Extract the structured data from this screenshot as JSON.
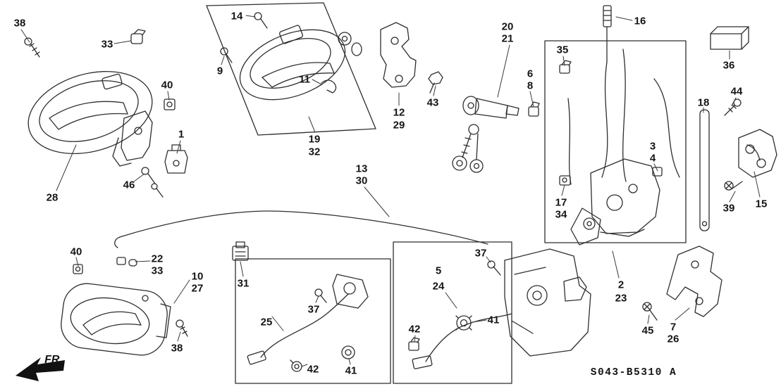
{
  "diagram": {
    "code": "S043-B5310 A",
    "fr_label": "FR.",
    "callouts": [
      {
        "label": "38"
      },
      {
        "label": "33"
      },
      {
        "label": "40"
      },
      {
        "label": "1"
      },
      {
        "label": "46"
      },
      {
        "label": "28"
      },
      {
        "label": "14"
      },
      {
        "label": "9"
      },
      {
        "label": "11"
      },
      {
        "label": "12"
      },
      {
        "label": "29"
      },
      {
        "label": "19"
      },
      {
        "label": "32"
      },
      {
        "label": "43"
      },
      {
        "label": "20"
      },
      {
        "label": "21"
      },
      {
        "label": "6"
      },
      {
        "label": "8"
      },
      {
        "label": "35"
      },
      {
        "label": "16"
      },
      {
        "label": "36"
      },
      {
        "label": "44"
      },
      {
        "label": "18"
      },
      {
        "label": "3"
      },
      {
        "label": "4"
      },
      {
        "label": "17"
      },
      {
        "label": "34"
      },
      {
        "label": "39"
      },
      {
        "label": "15"
      },
      {
        "label": "13"
      },
      {
        "label": "30"
      },
      {
        "label": "40"
      },
      {
        "label": "22"
      },
      {
        "label": "33"
      },
      {
        "label": "10"
      },
      {
        "label": "27"
      },
      {
        "label": "31"
      },
      {
        "label": "38"
      },
      {
        "label": "25"
      },
      {
        "label": "37"
      },
      {
        "label": "42"
      },
      {
        "label": "41"
      },
      {
        "label": "42"
      },
      {
        "label": "41"
      },
      {
        "label": "5"
      },
      {
        "label": "24"
      },
      {
        "label": "37"
      },
      {
        "label": "2"
      },
      {
        "label": "23"
      },
      {
        "label": "45"
      },
      {
        "label": "7"
      },
      {
        "label": "26"
      }
    ]
  }
}
